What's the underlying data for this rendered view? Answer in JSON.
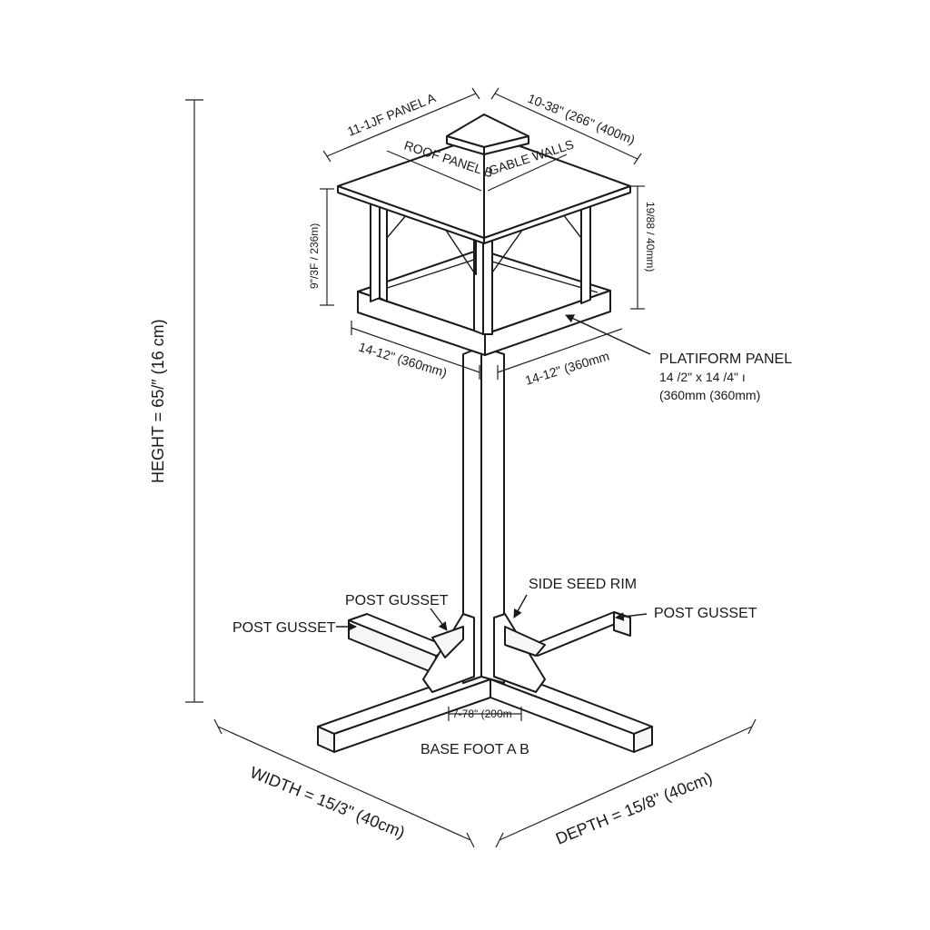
{
  "labels": {
    "roof_panel_a": "11-1JF PANEL A",
    "roof_top_dim": "10-38\" (266\" (400m)",
    "roof_panel_b": "ROOF PANEL B",
    "gable_walls": "GABLE WALLS",
    "left_wall_dim": "9\"/3F / 236m)",
    "right_wall_dim": "19/88 / 40mm)",
    "platform_left_dim": "14-12\" (360mm)",
    "platform_right_dim": "14-12\" (360mm",
    "platform_panel_title": "PLATIFORM PANEL",
    "platform_panel_size": "14 /2\" x 14 /4\" ı",
    "platform_panel_metric": "(360mm (360mm)",
    "height_dim": "HEGHT = 65/″ (16 cm)",
    "post_gusset_upper": "POST GUSSET",
    "post_gusset_left": "POST GUSSET",
    "post_gusset_right": "POST GUSSET",
    "side_seed_rim": "SIDE SEED RIM",
    "base_small_dim": "7-78\" (200m",
    "base_foot": "BASE FOOT A B",
    "width_dim": "WIDTH = 15/3\" (40cm)",
    "depth_dim": "DEPTH = 15/8\" (40cm)"
  },
  "icons": {
    "arrow": "leader-arrow-icon"
  }
}
